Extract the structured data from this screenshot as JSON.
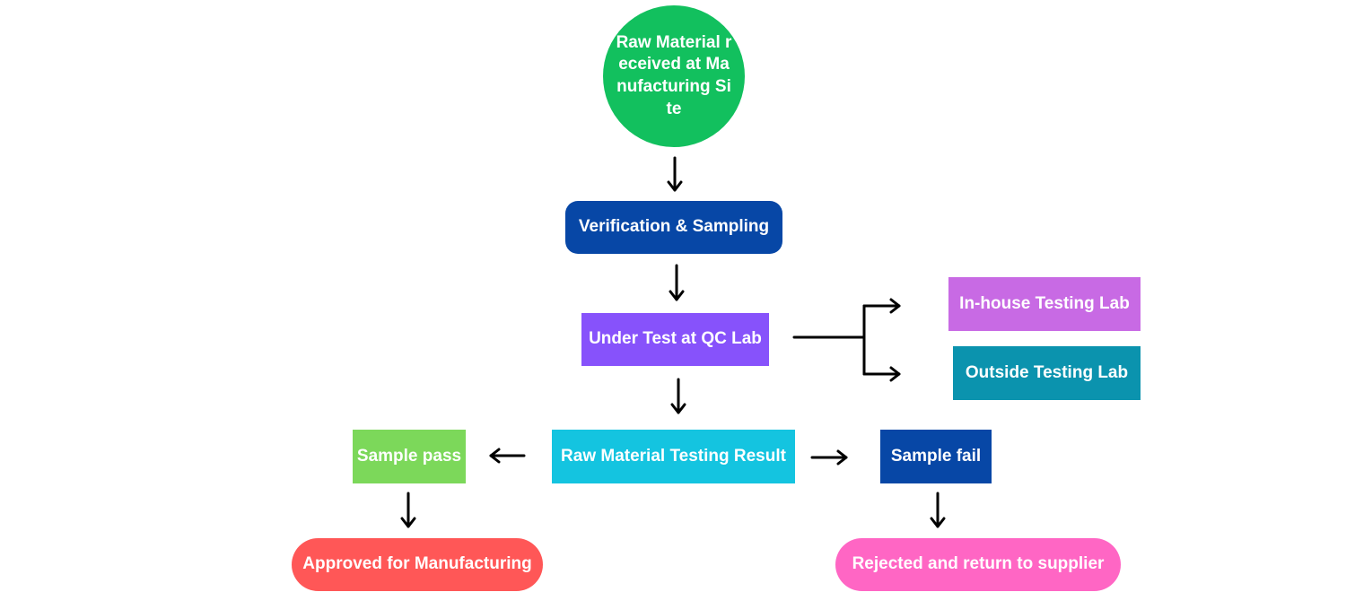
{
  "nodes": {
    "start": {
      "label": "Raw Material received at Manufacturing Site",
      "color": "#12C05E"
    },
    "verify": {
      "label": "Verification & Sampling",
      "color": "#0747A6"
    },
    "qc": {
      "label": "Under Test at QC Lab",
      "color": "#8752FB"
    },
    "inhouse": {
      "label": "In-house Testing Lab",
      "color": "#C86AE4"
    },
    "outside": {
      "label": "Outside Testing Lab",
      "color": "#0B93AE"
    },
    "result": {
      "label": "Raw Material Testing Result",
      "color": "#14C4E0"
    },
    "pass": {
      "label": "Sample pass",
      "color": "#7CD85A"
    },
    "fail": {
      "label": "Sample fail",
      "color": "#0747A6"
    },
    "approved": {
      "label": "Approved for Manufacturing",
      "color": "#FF5757"
    },
    "rejected": {
      "label": "Rejected and return to supplier",
      "color": "#FF66C4"
    }
  },
  "edges": [
    [
      "start",
      "verify"
    ],
    [
      "verify",
      "qc"
    ],
    [
      "qc",
      "inhouse"
    ],
    [
      "qc",
      "outside"
    ],
    [
      "qc",
      "result"
    ],
    [
      "result",
      "pass"
    ],
    [
      "result",
      "fail"
    ],
    [
      "pass",
      "approved"
    ],
    [
      "fail",
      "rejected"
    ]
  ],
  "arrow_color": "#000000"
}
